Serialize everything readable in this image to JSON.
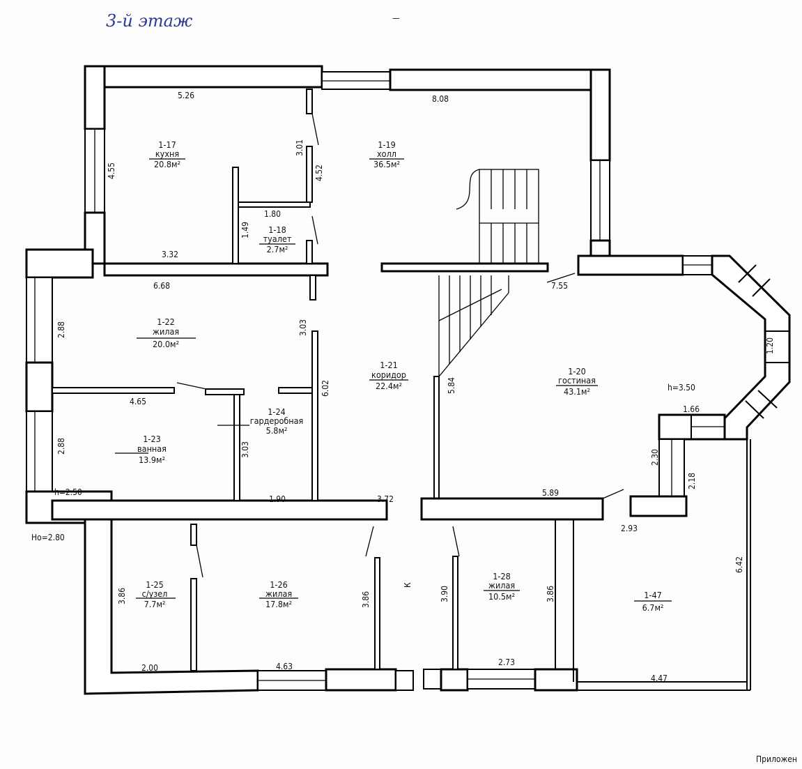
{
  "header": {
    "floor_title": "3-й этаж",
    "corner_mark": "—"
  },
  "footer": {
    "annex_label": "Приложен"
  },
  "rooms": [
    {
      "id": "1-17",
      "name": "кухня",
      "area": "20.8м²"
    },
    {
      "id": "1-18",
      "name": "туалет",
      "area": "2.7м²"
    },
    {
      "id": "1-19",
      "name": "холл",
      "area": "36.5м²"
    },
    {
      "id": "1-20",
      "name": "гостиная",
      "area": "43.1м²"
    },
    {
      "id": "1-21",
      "name": "коридор",
      "area": "22.4м²"
    },
    {
      "id": "1-22",
      "name": "жилая",
      "area": "20.0м²"
    },
    {
      "id": "1-23",
      "name": "ванная",
      "area": "13.9м²"
    },
    {
      "id": "1-24",
      "name": "гардеробная",
      "area": "5.8м²"
    },
    {
      "id": "1-25",
      "name": "с/узел",
      "area": "7.7м²"
    },
    {
      "id": "1-26",
      "name": "жилая",
      "area": "17.8м²"
    },
    {
      "id": "1-28",
      "name": "жилая",
      "area": "10.5м²"
    },
    {
      "id": "1-47",
      "name": "",
      "area": "6.7м²"
    }
  ],
  "dimensions": [
    "5.26",
    "8.08",
    "4.55",
    "3.01",
    "4.52",
    "1.80",
    "1.49",
    "3.32",
    "6.68",
    "2.88",
    "4.65",
    "3.03",
    "6.02",
    "3.03",
    "2.88",
    "1.90",
    "3.72",
    "7.55",
    "5.84",
    "1.20",
    "1.66",
    "2.30",
    "2.18",
    "5.89",
    "2.93",
    "6.42",
    "3.86",
    "3.86",
    "3.90",
    "3.86",
    "2.00",
    "4.63",
    "2.73",
    "4.47"
  ],
  "heights": {
    "h_left": "h=2.50",
    "h_floor": "Hо=2.80",
    "h_living": "h=3.50"
  },
  "marks": {
    "k": "К"
  }
}
